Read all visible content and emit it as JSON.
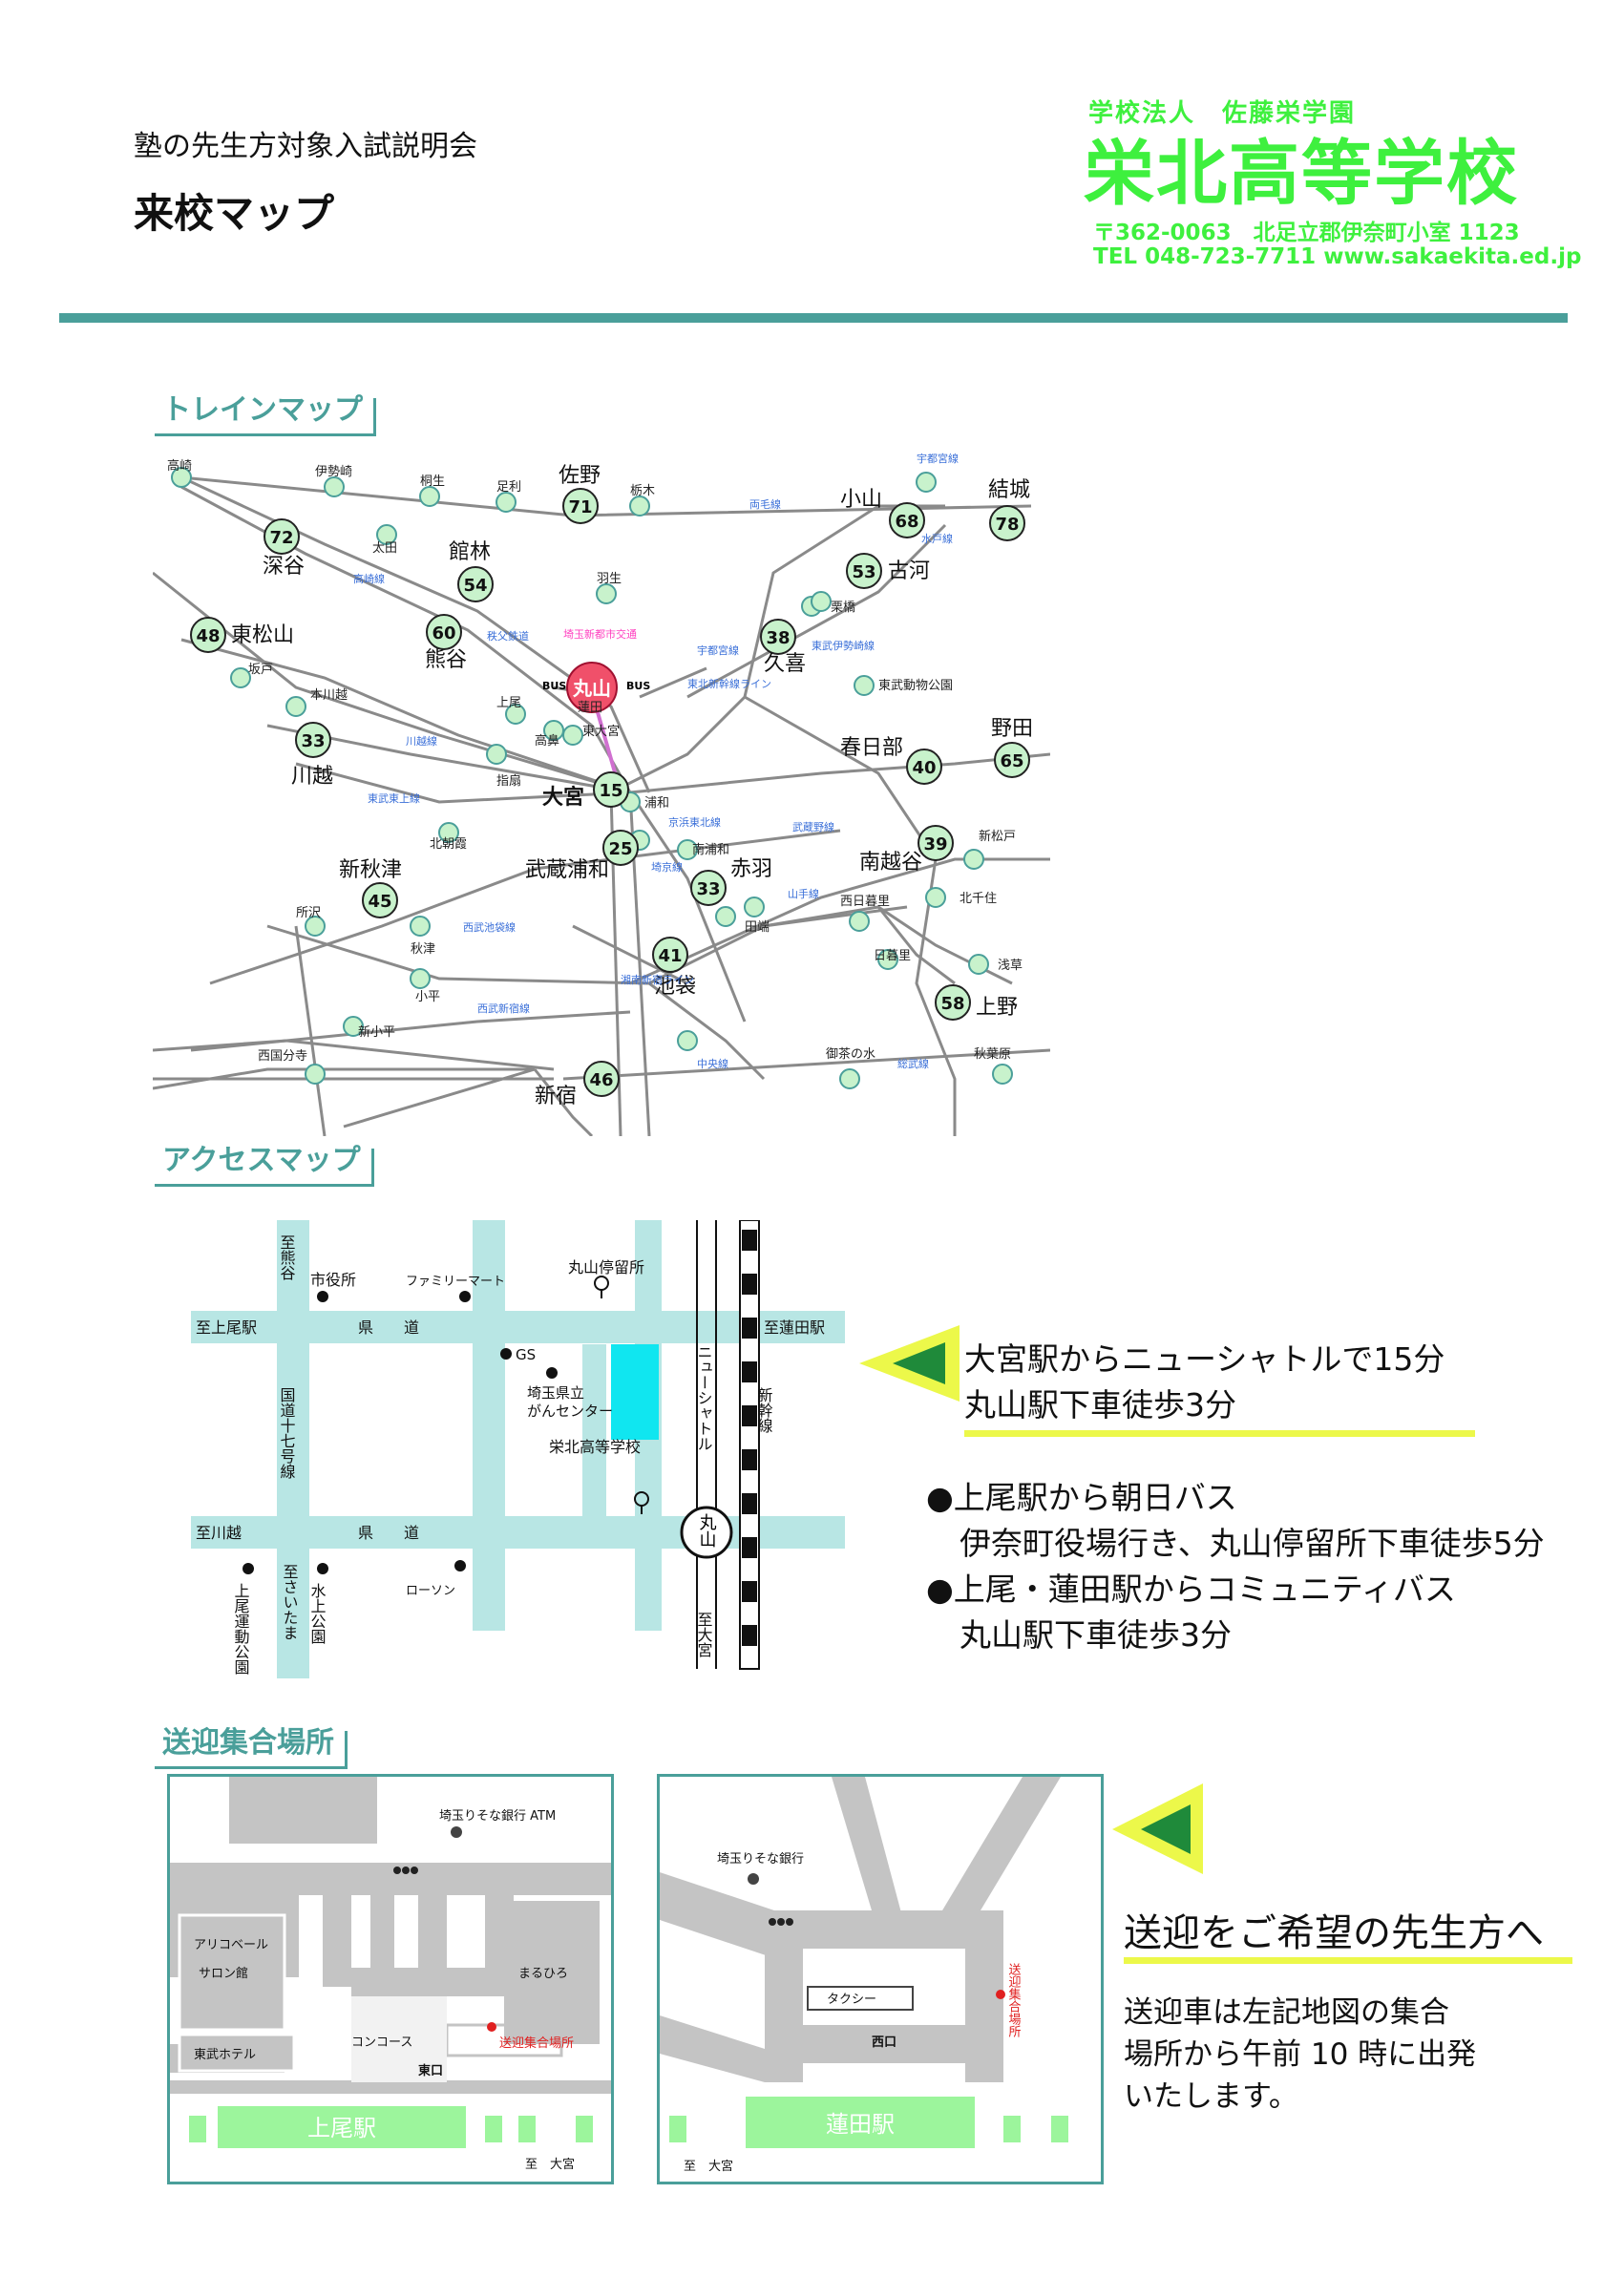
{
  "header": {
    "subtitle": "塾の先生方対象入試説明会",
    "title": "来校マップ",
    "school_corp": "学校法人　佐藤栄学園",
    "school_name": "栄北高等学校",
    "address": "〒362-0063　北足立郡伊奈町小室 1123",
    "tel_web": "TEL 048-723-7711 www.sakaekita.ed.jp"
  },
  "sections": {
    "train": "トレインマップ",
    "access": "アクセスマップ",
    "pickup": "送迎集合場所"
  },
  "train_map": {
    "station_labels": {
      "takasaki": "高崎",
      "isesaki": "伊勢崎",
      "kiryu": "桐生",
      "ashikaga": "足利",
      "sano": "佐野",
      "tochigi": "栃木",
      "oyama": "小山",
      "yuki": "結城",
      "fukaya": "深谷",
      "ota": "太田",
      "tatebayashi": "館林",
      "koga": "古河",
      "higashimatsuyama": "東松山",
      "kumagaya": "熊谷",
      "hanyu": "羽生",
      "kuki": "久喜",
      "kurihashi": "栗橋",
      "sakado": "坂戸",
      "honkawagoe": "本川越",
      "kawagoe": "川越",
      "ageo": "上尾",
      "hasuda": "蓮田",
      "higashiomiya": "東大宮",
      "okegawa": "高鼻",
      "sashiogi": "指扇",
      "omiya": "大宮",
      "kasukabe": "春日部",
      "tobudobutsukoen": "東武動物公園",
      "noda": "野田",
      "urawa": "浦和",
      "minamiurawa": "南浦和",
      "kitaasaka": "北朝霞",
      "musashiurawa": "武蔵浦和",
      "akabane": "赤羽",
      "shinakitsu": "新秋津",
      "minamikoshigaya": "南越谷",
      "shinmatsudo": "新松戸",
      "tokorozawa": "所沢",
      "akitsu": "秋津",
      "nishinippori": "西日暮里",
      "kitasenju": "北千住",
      "tabata": "田端",
      "ikebukuro": "池袋",
      "nippori": "日暮里",
      "asakusa": "浅草",
      "kodaira": "小平",
      "shinkodaira": "新小平",
      "ueno": "上野",
      "nishikokubunji": "西国分寺",
      "ochanomizu": "御茶の水",
      "akihabara": "秋葉原",
      "shinjuku": "新宿",
      "maruyama": "丸山",
      "bus": "BUS"
    },
    "minutes": {
      "takasaki_fukaya": "72",
      "sano": "71",
      "oyama": "68",
      "yuki": "78",
      "koga": "53",
      "tatebayashi": "54",
      "higashimatsuyama": "48",
      "kumagaya": "60",
      "kuki": "38",
      "kawagoe": "33",
      "omiya": "15",
      "kasukabe": "40",
      "noda": "65",
      "musashiurawa": "25",
      "akabane": "33",
      "minamikoshigaya": "39",
      "shinakitsu": "45",
      "ikebukuro": "41",
      "ueno": "58",
      "shinjuku": "46"
    },
    "line_labels": {
      "utsunomiya": "宇都宮線",
      "ryomo": "両毛線",
      "mito": "水戸線",
      "takasaki": "高崎線",
      "chichibu": "秩父鉄道",
      "saitama_shintoshin": "埼玉新都市交通",
      "tobu_isesaki": "東武伊勢崎線",
      "tohoku_shinkansen": "東北新幹線ライン",
      "utsunomiya2": "宇都宮線",
      "kawagoe": "川越線",
      "tobu_tojo": "東武東上線",
      "keihin_tohoku": "京浜東北線",
      "musashino": "武蔵野線",
      "saikyo": "埼京線",
      "yamanote": "山手線",
      "seibu_ikebukuro": "西武池袋線",
      "shonan_shinjuku": "湘南新宿ライン",
      "seibu_shinjuku": "西武新宿線",
      "chuo": "中央線",
      "sobu": "総武線"
    }
  },
  "access_map": {
    "labels": {
      "to_kumagaya": "至熊谷",
      "city_hall": "市役所",
      "familymart": "ファミリーマート",
      "bus_stop": "丸山停留所",
      "to_ageo_st": "至上尾駅",
      "prefectural_road_1": "県　　道",
      "to_hasuda_st": "至蓮田駅",
      "gs": "GS",
      "cancer_center_1": "埼玉県立",
      "cancer_center_2": "がんセンター",
      "national_road": "国道十七号線",
      "school": "栄北高等学校",
      "new_shuttle": "ニューシャトル",
      "shinkansen": "新幹線",
      "to_kawagoe": "至川越",
      "prefectural_road_2": "県　　道",
      "maruyama_station": "丸山",
      "ageo_park": "上尾運動公園",
      "to_saitama": "至さいたま",
      "mizukami_park": "水上公園",
      "lawson": "ローソン",
      "to_omiya": "至大宮"
    }
  },
  "routes": {
    "main_1": "大宮駅からニューシャトルで15分",
    "main_2": "丸山駅下車徒歩3分",
    "bus1_title": "●上尾駅から朝日バス",
    "bus1_detail": "伊奈町役場行き、丸山停留所下車徒歩5分",
    "bus2_title": "●上尾・蓮田駅からコミュニティバス",
    "bus2_detail": "丸山駅下車徒歩3分"
  },
  "pickup_ageo": {
    "atm": "埼玉りそな銀行 ATM",
    "aliko_1": "アリコベール",
    "aliko_2": "サロン館",
    "maruhiro": "まるひろ",
    "meeting": "送迎集合場所",
    "hotel": "東武ホテル",
    "concourse": "コンコース",
    "east_exit": "東口",
    "station": "上尾駅",
    "to_omiya": "至　大宮"
  },
  "pickup_hasuda": {
    "bank": "埼玉りそな銀行",
    "taxi": "タクシー",
    "meeting": "送迎集合場所",
    "west_exit": "西口",
    "station": "蓮田駅",
    "to_omiya": "至　大宮"
  },
  "pickup_note": {
    "heading": "送迎をご希望の先生方へ",
    "line1": "送迎車は左記地図の集合",
    "line2": "場所から午前 10 時に出発",
    "line3": "いたします。"
  },
  "colors": {
    "accent_teal": "#4a9f9a",
    "brand_green": "#3ef03e",
    "station_fill": "#c8f2cc",
    "road": "#b8e6e4",
    "school_cyan": "#10e6f0",
    "maruyama_red": "#f0506a",
    "line_blue": "#3a6fd8",
    "arrow_green": "#1f8a3a",
    "arrow_lime": "#ecf84a",
    "pickup_gray": "#c4c4c4",
    "station_bar": "#9cf59c"
  }
}
